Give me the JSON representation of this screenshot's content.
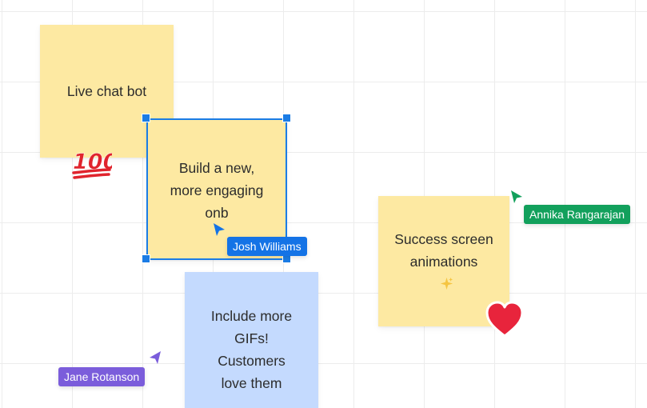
{
  "notes": [
    {
      "text": "Live chat bot"
    },
    {
      "line1": "Build a new,",
      "line2": "more engaging",
      "line3": "onb"
    },
    {
      "line1": "Include more",
      "line2": "GIFs! Customers",
      "line3": "love them"
    },
    {
      "line1": "Success screen",
      "line2": "animations"
    }
  ],
  "collaborators": [
    {
      "name": "Josh Williams",
      "color": "#1473e6"
    },
    {
      "name": "Annika Rangarajan",
      "color": "#12a05c"
    },
    {
      "name": "Jane Rotanson",
      "color": "#7b5ddb"
    }
  ],
  "reactions": {
    "hundred": "hundred-points-icon",
    "heart": "red-heart-icon",
    "sparkles": "sparkles-icon"
  },
  "colors": {
    "sticky_yellow": "#fde9a2",
    "sticky_blue": "#c4dafe",
    "selection": "#1b7ce5"
  }
}
